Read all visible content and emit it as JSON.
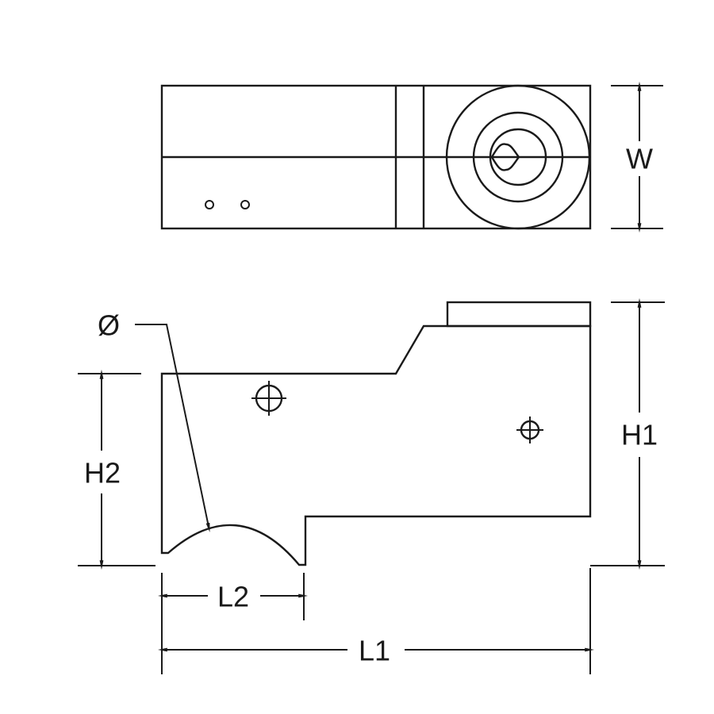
{
  "drawing": {
    "line_color": "#1a1a1a",
    "top_view": {
      "dimension_width_label": "W"
    },
    "side_view": {
      "diameter_symbol": "Ø",
      "dimension_h1_label": "H1",
      "dimension_h2_label": "H2",
      "dimension_l1_label": "L1",
      "dimension_l2_label": "L2"
    }
  }
}
